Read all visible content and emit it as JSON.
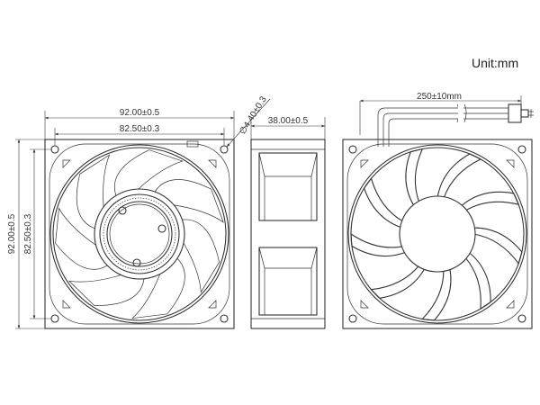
{
  "unit_label": "Unit:mm",
  "front_view": {
    "overall_width": "92.00±0.5",
    "hole_pitch_width": "82.50±0.3",
    "overall_height": "92.00±0.5",
    "hole_pitch_height": "82.50±0.3",
    "hole_diameter": "∅4.40±0.3"
  },
  "side_view": {
    "depth": "38.00±0.5"
  },
  "back_view": {
    "lead_length": "250±10mm"
  },
  "colors": {
    "line": "#333333",
    "background": "#ffffff"
  }
}
